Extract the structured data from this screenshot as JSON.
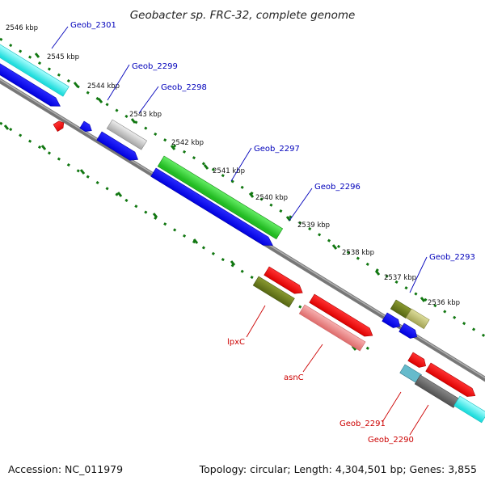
{
  "title": "Geobacter sp. FRC-32, complete genome",
  "footer": {
    "accession": "Accession: NC_011979",
    "topology": "Topology: circular; Length: 4,304,501 bp; Genes: 3,855"
  },
  "tick_labels": [
    "2546 kbp",
    "2545 kbp",
    "2544 kbp",
    "2543 kbp",
    "2542 kbp",
    "2541 kbp",
    "2540 kbp",
    "2539 kbp",
    "2538 kbp",
    "2537 kbp",
    "2536 kbp"
  ],
  "gene_labels": [
    "Geob_2301",
    "Geob_2299",
    "Geob_2298",
    "Geob_2297",
    "Geob_2296",
    "Geob_2293",
    "lpxC",
    "asnC",
    "Geob_2291",
    "Geob_2290"
  ],
  "colors": {
    "blue": "#0000ee",
    "cyan": "#33eeee",
    "green": "#22bb22",
    "olive": "#6b7f1a",
    "khaki": "#b8b86a",
    "red": "#ee0000",
    "pink": "#e88888",
    "gray": "#bbbbbb",
    "darkgray": "#666666",
    "tick": "#117711",
    "label_blue": "#0000bb",
    "label_red": "#cc0000"
  }
}
